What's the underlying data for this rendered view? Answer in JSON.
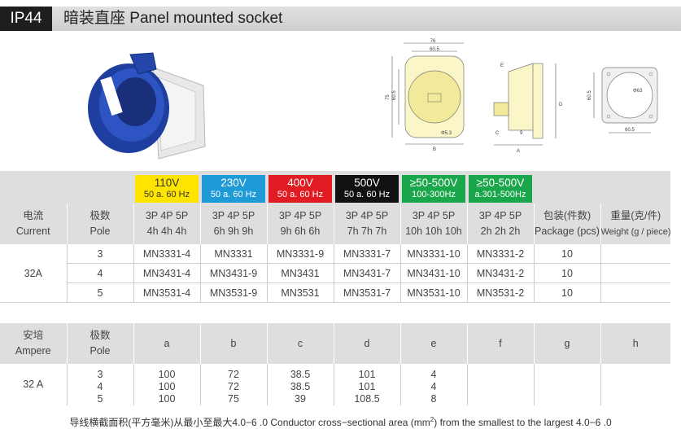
{
  "header": {
    "tag": "IP44",
    "title": "暗装直座 Panel mounted socket"
  },
  "drawing_labels": {
    "front": {
      "width": "76",
      "inner_width": "60.5",
      "height": "75",
      "inner_height": "60.5",
      "hole": "Φ5.3",
      "b": "B"
    },
    "side": {
      "e": "E",
      "d": "D",
      "c": "C",
      "g": "9",
      "a": "A"
    },
    "cutout": {
      "height": "60.5",
      "width": "60.5",
      "diameter": "Φ63"
    }
  },
  "voltages": [
    {
      "main": "110V",
      "sub": "50 a. 60 Hz",
      "bg": "#ffe400",
      "fg": "#333333"
    },
    {
      "main": "230V",
      "sub": "50 a. 60 Hz",
      "bg": "#1e9ad6",
      "fg": "#ffffff"
    },
    {
      "main": "400V",
      "sub": "50 a. 60 Hz",
      "bg": "#e11b22",
      "fg": "#ffffff"
    },
    {
      "main": "500V",
      "sub": "50 a. 60 Hz",
      "bg": "#111111",
      "fg": "#ffffff"
    },
    {
      "main": "≥50-500V",
      "sub": "100-300Hz",
      "bg": "#1aa64b",
      "fg": "#ffffff"
    },
    {
      "main": "≥50-500V",
      "sub": "a.301-500Hz",
      "bg": "#1aa64b",
      "fg": "#ffffff"
    }
  ],
  "table1": {
    "headers": {
      "current": [
        "电流",
        "Current"
      ],
      "pole": [
        "极数",
        "Pole"
      ],
      "poles_top": "3P   4P   5P",
      "hours": [
        "4h   4h   4h",
        "6h   9h   9h",
        "9h   6h   6h",
        "7h   7h   7h",
        "10h  10h  10h",
        "2h   2h   2h"
      ],
      "package": [
        "包装(件数)",
        "Package (pcs)"
      ],
      "weight": [
        "重量(克/件)",
        "Weight (g / piece)"
      ]
    },
    "current_value": "32A",
    "rows": [
      {
        "pole": "3",
        "codes": [
          "MN3331-4",
          "MN3331",
          "MN3331-9",
          "MN3331-7",
          "MN3331-10",
          "MN3331-2"
        ],
        "package": "10",
        "weight": ""
      },
      {
        "pole": "4",
        "codes": [
          "MN3431-4",
          "MN3431-9",
          "MN3431",
          "MN3431-7",
          "MN3431-10",
          "MN3431-2"
        ],
        "package": "10",
        "weight": ""
      },
      {
        "pole": "5",
        "codes": [
          "MN3531-4",
          "MN3531-9",
          "MN3531",
          "MN3531-7",
          "MN3531-10",
          "MN3531-2"
        ],
        "package": "10",
        "weight": ""
      }
    ]
  },
  "table2": {
    "headers": {
      "ampere": [
        "安培",
        "Ampere"
      ],
      "pole": [
        "极数",
        "Pole"
      ],
      "cols": [
        "a",
        "b",
        "c",
        "d",
        "e",
        "f",
        "g",
        "h"
      ]
    },
    "ampere_value": "32 A",
    "rows": [
      {
        "pole": "3",
        "vals": [
          "100",
          "72",
          "38.5",
          "101",
          "4",
          "",
          "",
          ""
        ]
      },
      {
        "pole": "4",
        "vals": [
          "100",
          "72",
          "38.5",
          "101",
          "4",
          "",
          "",
          ""
        ]
      },
      {
        "pole": "5",
        "vals": [
          "100",
          "75",
          "39",
          "108.5",
          "8",
          "",
          "",
          ""
        ]
      }
    ]
  },
  "note": {
    "before": "导线横截面积(平方毫米)从最小至最大4.0−6 .0   Conductor cross−sectional area (mm",
    "sup": "2",
    "after": ") from the smallest to the largest 4.0−6 .0"
  }
}
